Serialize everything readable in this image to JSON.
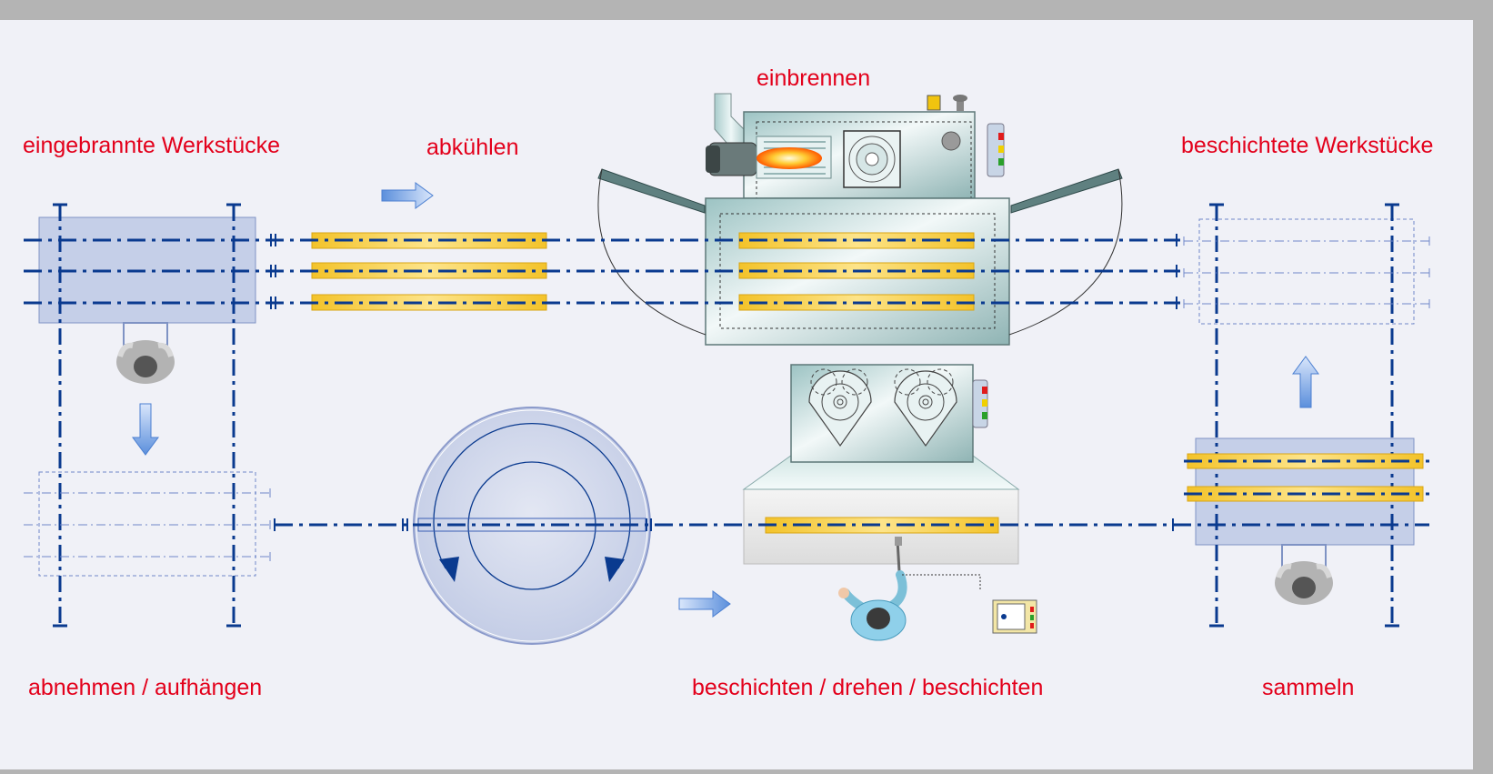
{
  "labels": {
    "einbrennen": "einbrennen",
    "eingebrannte": "eingebrannte Werkstücke",
    "abkuehlen": "abkühlen",
    "beschichtete": "beschichtete Werkstücke",
    "abnehmen": "abnehmen / aufhängen",
    "beschichten": "beschichten / drehen / beschichten",
    "sammeln": "sammeln"
  },
  "colors": {
    "label": "#e3001b",
    "line": "#0a3a8f",
    "workpiece": "#f6c62a",
    "panel": "#f0f1f7",
    "frame": "#b4b4b4"
  }
}
